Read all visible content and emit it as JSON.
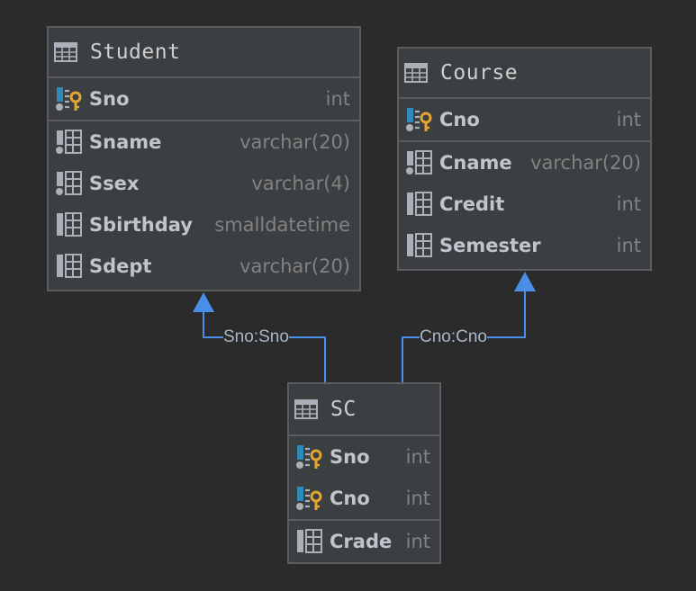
{
  "colors": {
    "background": "#2b2b2b",
    "entity_fill": "#3c3f41",
    "border": "#5b5d60",
    "link": "#4a8fe7",
    "key": "#e5a533",
    "column_icon": "#a9b0b8"
  },
  "entities": {
    "student": {
      "title": "Student",
      "icon": "table-icon",
      "pk": [
        {
          "name": "Sno",
          "type": "int",
          "icon": "primary-key-column-icon"
        }
      ],
      "cols": [
        {
          "name": "Sname",
          "type": "varchar(20)",
          "icon": "not-null-column-icon"
        },
        {
          "name": "Ssex",
          "type": "varchar(4)",
          "icon": "not-null-column-icon"
        },
        {
          "name": "Sbirthday",
          "type": "smalldatetime",
          "icon": "column-icon"
        },
        {
          "name": "Sdept",
          "type": "varchar(20)",
          "icon": "column-icon"
        }
      ]
    },
    "course": {
      "title": "Course",
      "icon": "table-icon",
      "pk": [
        {
          "name": "Cno",
          "type": "int",
          "icon": "primary-key-column-icon"
        }
      ],
      "cols": [
        {
          "name": "Cname",
          "type": "varchar(20)",
          "icon": "not-null-column-icon"
        },
        {
          "name": "Credit",
          "type": "int",
          "icon": "column-icon"
        },
        {
          "name": "Semester",
          "type": "int",
          "icon": "column-icon"
        }
      ]
    },
    "sc": {
      "title": "SC",
      "icon": "table-icon",
      "pk": [
        {
          "name": "Sno",
          "type": "int",
          "icon": "primary-foreign-key-column-icon"
        },
        {
          "name": "Cno",
          "type": "int",
          "icon": "primary-foreign-key-column-icon"
        }
      ],
      "cols": [
        {
          "name": "Crade",
          "type": "int",
          "icon": "column-icon"
        }
      ]
    }
  },
  "relations": [
    {
      "label": "Sno:Sno",
      "from": "SC",
      "to": "Student"
    },
    {
      "label": "Cno:Cno",
      "from": "SC",
      "to": "Course"
    }
  ]
}
